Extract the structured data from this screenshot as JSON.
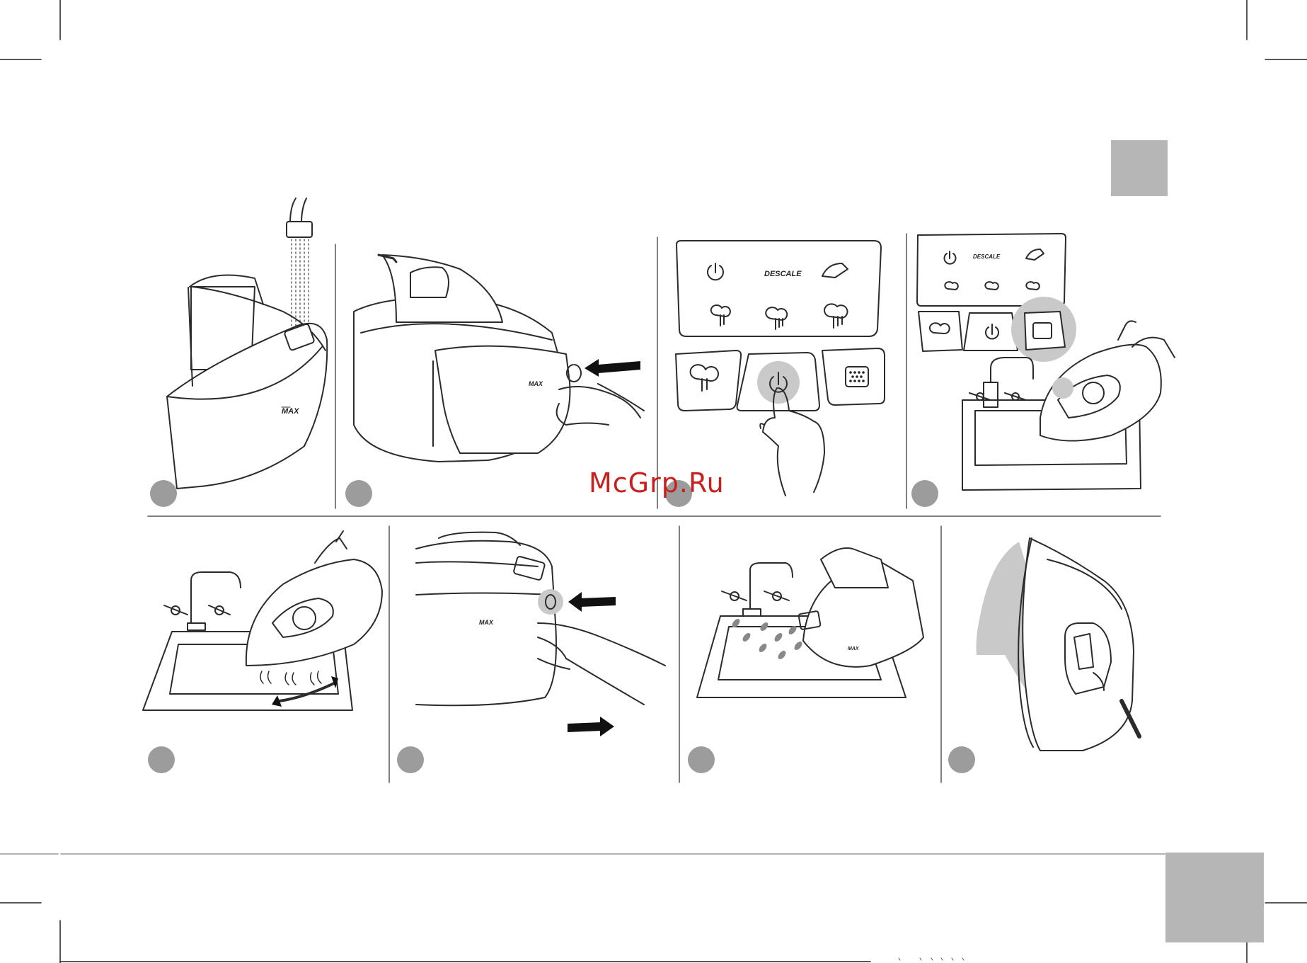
{
  "watermark": {
    "text": "McGrp.Ru"
  },
  "control_panel_large": {
    "descale_label": "DESCALE"
  },
  "control_panel_small": {
    "descale_label": "DESCALE"
  },
  "gauge_label": "MAX",
  "colors": {
    "line": "#2b2b2b",
    "step_badge": "#9c9c9c",
    "highlight": "#c9c9c9",
    "tab": "#b6b6b6",
    "watermark": "#c8201e"
  },
  "steps": [
    {
      "label": ""
    },
    {
      "label": ""
    },
    {
      "label": ""
    },
    {
      "label": ""
    },
    {
      "label": ""
    },
    {
      "label": ""
    },
    {
      "label": ""
    },
    {
      "label": ""
    }
  ]
}
